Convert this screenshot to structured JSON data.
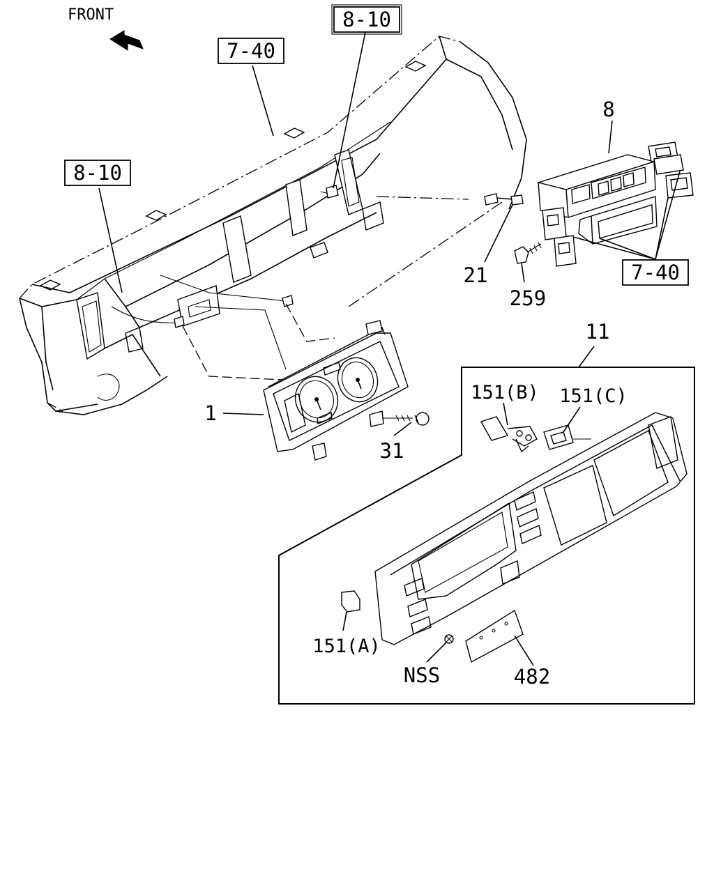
{
  "orientation": {
    "front_label": "FRONT"
  },
  "reference_boxes": {
    "ref_8_10_top": "8-10",
    "ref_7_40_top": "7-40",
    "ref_8_10_left": "8-10",
    "ref_7_40_right": "7-40"
  },
  "part_numbers": {
    "p8": "8",
    "p21": "21",
    "p259": "259",
    "p11": "11",
    "p1": "1",
    "p31": "31",
    "p151b": "151(B)",
    "p151c": "151(C)",
    "p151a": "151(A)",
    "nss": "NSS",
    "p482": "482"
  }
}
